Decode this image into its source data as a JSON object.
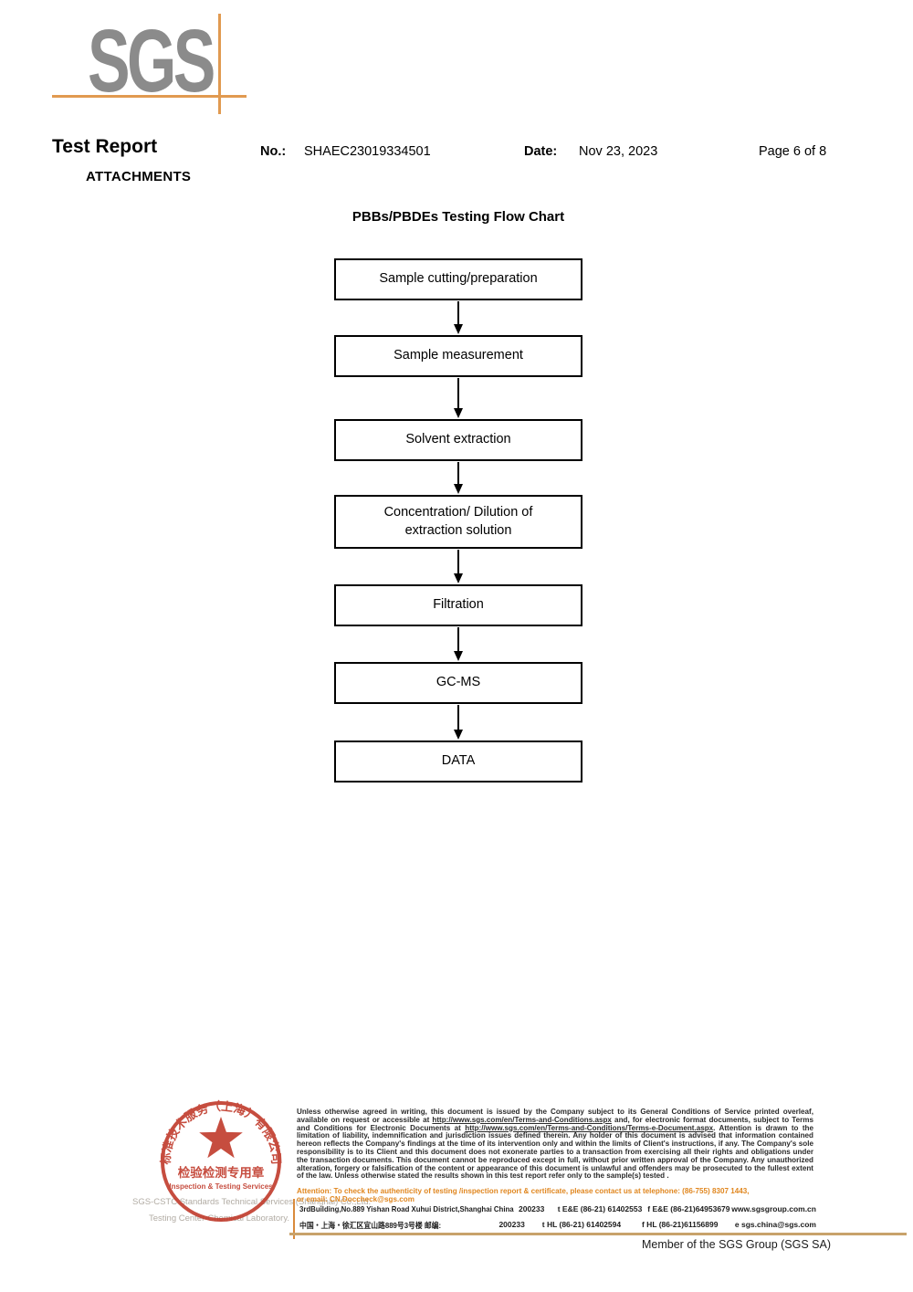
{
  "logo": {
    "text": "SGS"
  },
  "header": {
    "title": "Test Report",
    "no_label": "No.:",
    "no_value": "SHAEC23019334501",
    "date_label": "Date:",
    "date_value": "Nov 23, 2023",
    "page_label": "Page 6 of 8",
    "attachments": "ATTACHMENTS"
  },
  "flowchart": {
    "title": "PBBs/PBDEs Testing Flow Chart",
    "steps": [
      "Sample cutting/preparation",
      "Sample measurement",
      "Solvent extraction",
      "Concentration/ Dilution of extraction solution",
      "Filtration",
      "GC-MS",
      "DATA"
    ]
  },
  "stamp": {
    "arc_text": "标准技术服务（上海）有限公司",
    "line1": "检验检测专用章",
    "line2": "Inspection & Testing Services"
  },
  "company": {
    "line1": "SGS-CSTC Standards Technical Services (Shanghai) Co.,Ltd.",
    "line2": "Testing Center-Chemical Laboratory."
  },
  "footer": {
    "legal_parts": [
      {
        "text": "Unless otherwise agreed in writing, this document is issued by the Company subject to its General Conditions of Service printed overleaf, available on request or accessible at "
      },
      {
        "text": "http://www.sgs.com/en/Terms-and-Conditions.aspx",
        "u": true
      },
      {
        "text": " and, for electronic format documents, subject to Terms and Conditions for Electronic Documents at "
      },
      {
        "text": "http://www.sgs.com/en/Terms-and-Conditions/Terms-e-Document.aspx",
        "u": true
      },
      {
        "text": ". Attention is drawn to the limitation of liability, indemnification and jurisdiction issues defined therein. Any holder of this document is advised that information contained hereon reflects the Company's findings at the time of its intervention only and within the limits of Client's instructions, if any. The Company's sole responsibility is to its Client and this document does not exonerate parties to a transaction from exercising all their rights and obligations under the transaction documents. This document cannot be reproduced except in full, without prior written approval of the Company. Any unauthorized alteration, forgery or falsification of the content or appearance of this document is unlawful and offenders may be prosecuted to the fullest extent of the law. Unless otherwise stated the results shown in this test report refer only to the sample(s) tested ."
      }
    ],
    "attention_line1": "Attention: To check the authenticity of testing /inspection report & certificate, please contact us at telephone: (86-755) 8307 1443,",
    "attention_line2": "or email: CN.Doccheck@sgs.com",
    "contact": {
      "address_en": "3rdBuilding,No.889 Yishan Road Xuhui District,Shanghai China",
      "postcode1": "200233",
      "tel1": "t E&E (86-21) 61402553",
      "fax1": "f E&E (86-21)64953679",
      "web": "www.sgsgroup.com.cn",
      "address_cn": "中国・上海・徐汇区宜山路889号3号楼  邮编:",
      "postcode2": "200233",
      "tel2": "t HL (86-21) 61402594",
      "fax2": "f HL (86-21)61156899",
      "email": "e  sgs.china@sgs.com"
    },
    "member": "Member of the SGS Group (SGS SA)"
  },
  "colors": {
    "logo_gray": "#8b8b8b",
    "accent_orange": "#e19a50",
    "stamp_red": "#c03a2b",
    "attention_orange": "#e0861e",
    "bottom_line_tan": "#c8a26b"
  }
}
